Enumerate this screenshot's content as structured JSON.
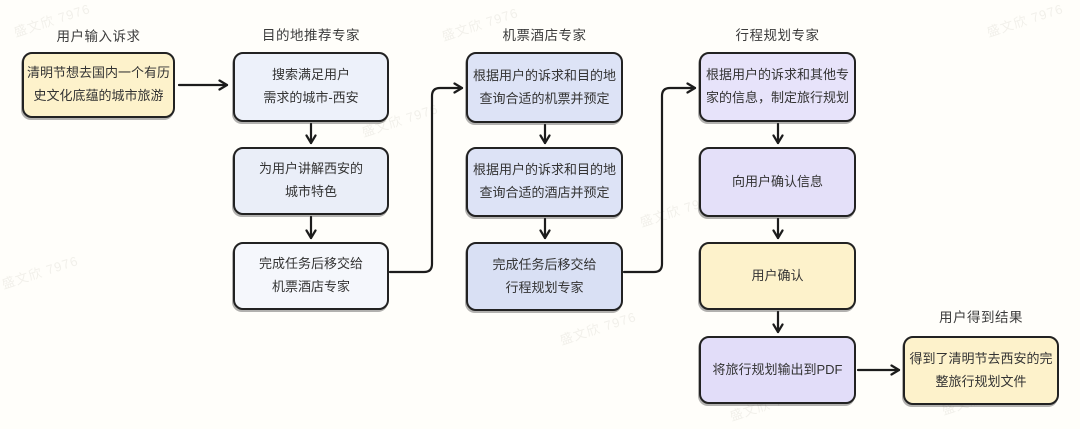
{
  "diagram_title": "travel-planning multi-agent flow",
  "watermark": {
    "text": "盛文欣 7976"
  },
  "colors": {
    "user_action_fill": "#fdf2cb",
    "destination_expert_fill": "#edf1fa",
    "flight_hotel_expert_fill": "#dde3f6",
    "planner_expert_fill": "#e4e0f9",
    "box_border": "#222222",
    "arrow": "#1c1c1c",
    "background": "#fffefa"
  },
  "columns": [
    {
      "header": "用户输入诉求",
      "boxes": [
        {
          "text": "清明节想去国内一个有历\n史文化底蕴的城市旅游"
        }
      ]
    },
    {
      "header": "目的地推荐专家",
      "boxes": [
        {
          "text": "搜索满足用户\n需求的城市-西安"
        },
        {
          "text": "为用户讲解西安的\n城市特色"
        },
        {
          "text": "完成任务后移交给\n机票酒店专家"
        }
      ]
    },
    {
      "header": "机票酒店专家",
      "boxes": [
        {
          "text": "根据用户的诉求和目的地\n查询合适的机票并预定"
        },
        {
          "text": "根据用户的诉求和目的地\n查询合适的酒店并预定"
        },
        {
          "text": "完成任务后移交给\n行程规划专家"
        }
      ]
    },
    {
      "header": "行程规划专家",
      "boxes": [
        {
          "text": "根据用户的诉求和其他专\n家的信息，制定旅行规划"
        },
        {
          "text": "向用户确认信息"
        },
        {
          "text": "用户确认"
        },
        {
          "text": "将旅行规划输出到PDF"
        }
      ]
    },
    {
      "header": "用户得到结果",
      "boxes": [
        {
          "text": "得到了清明节去西安的完\n整旅行规划文件"
        }
      ]
    }
  ]
}
